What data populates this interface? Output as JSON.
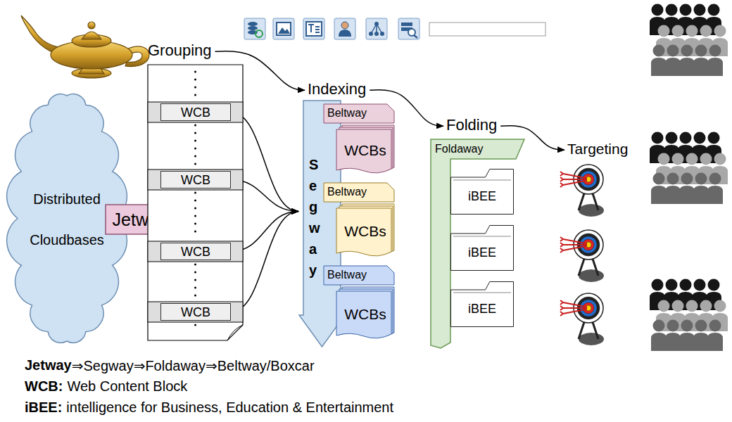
{
  "diagram": {
    "nodes": [
      {
        "text": [
          "Distributed Cloudbases"
        ]
      },
      {
        "text": [
          "Jetway"
        ]
      },
      {
        "text": [
          "Grouping"
        ]
      },
      {
        "text": [
          "WCB"
        ],
        "in": 2
      },
      {
        "text": [
          "WCB"
        ],
        "in": 2
      },
      {
        "text": [
          "WCB"
        ],
        "in": 2
      },
      {
        "text": [
          "WCB"
        ],
        "in": 2
      },
      {
        "text": [
          "Indexing",
          "Segway"
        ]
      },
      {
        "text": [
          "Beltway",
          "WCBs"
        ]
      },
      {
        "text": [
          "Beltway",
          "WCBs"
        ]
      },
      {
        "text": [
          "Beltway",
          "WCBs"
        ]
      },
      {
        "text": [
          "Folding",
          "Foldaway"
        ]
      },
      {
        "text": [
          "iBEE"
        ],
        "in": 11
      },
      {
        "text": [
          "iBEE"
        ],
        "in": 11
      },
      {
        "text": [
          "iBEE"
        ],
        "in": 11
      }
    ],
    "edges": [
      {
        "from": 2,
        "to": 7,
        "arrow": "to"
      },
      {
        "from": 7,
        "to": 11,
        "arrow": "to"
      },
      {
        "from": 3,
        "to": 7,
        "arrow": "to"
      },
      {
        "from": 4,
        "to": 7,
        "arrow": "to"
      },
      {
        "from": 5,
        "to": 7,
        "arrow": "to"
      },
      {
        "from": 6,
        "to": 7,
        "arrow": "to"
      }
    ],
    "labels": [
      "Targeting",
      "Jetway",
      "⇒Segway⇒Foldaway⇒Beltway/Boxcar",
      "WCB:",
      "Web Content Block",
      "iBEE:",
      "intelligence for Business, Education & Entertainment"
    ]
  }
}
